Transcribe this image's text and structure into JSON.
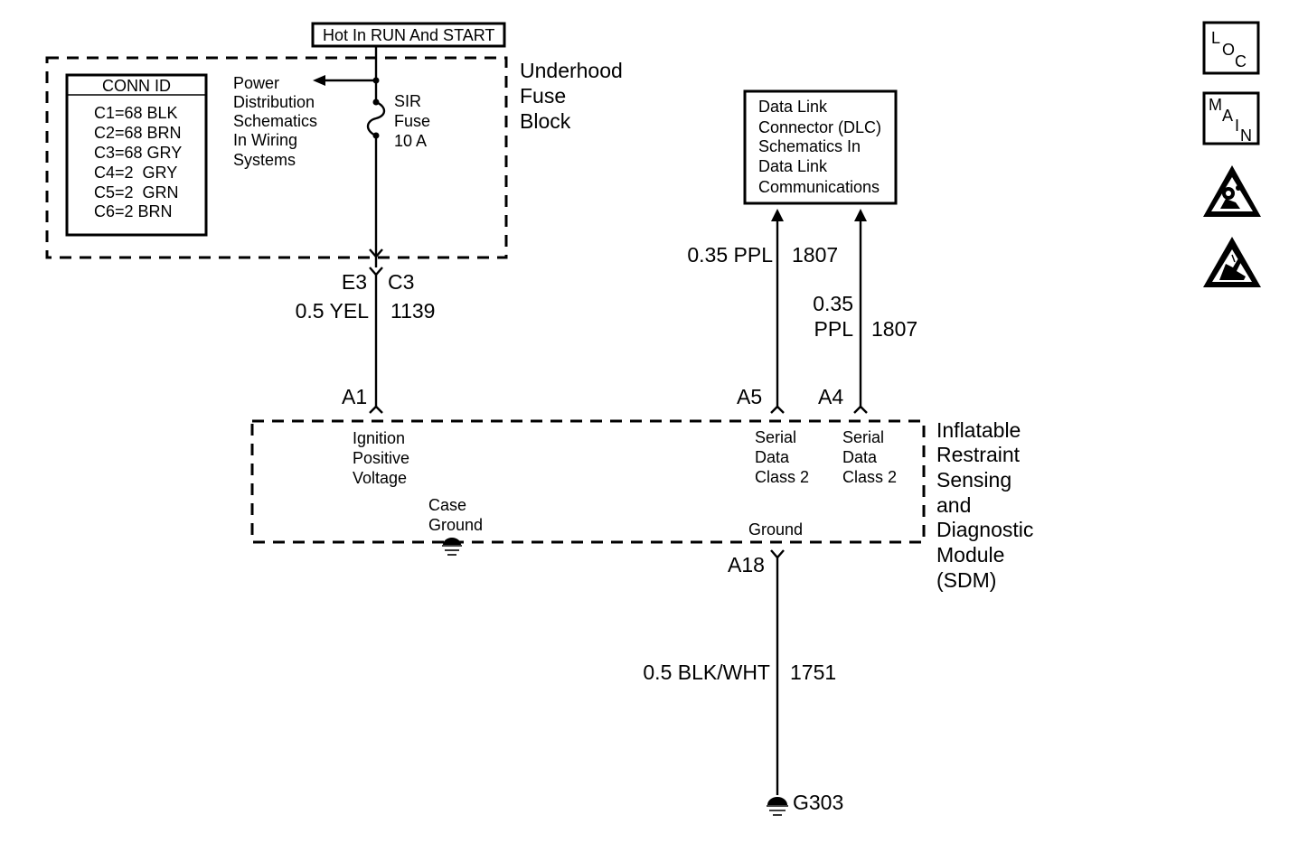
{
  "power_source": {
    "label": "Hot In RUN And START"
  },
  "fuse_block": {
    "title_lines": [
      "Underhood",
      "Fuse",
      "Block"
    ],
    "conn_id": {
      "header": "CONN ID",
      "rows": [
        "C1=68 BLK",
        "C2=68 BRN",
        "C3=68 GRY",
        "C4=2  GRY",
        "C5=2  GRN",
        "C6=2 BRN"
      ]
    },
    "power_dist_ref": [
      "Power",
      "Distribution",
      "Schematics",
      "In Wiring",
      "Systems"
    ],
    "fuse": {
      "lines": [
        "SIR",
        "Fuse",
        "10 A"
      ]
    }
  },
  "connectors": {
    "fuse_out_left": "E3",
    "fuse_out_right": "C3",
    "sdm_a1": "A1",
    "sdm_a5": "A5",
    "sdm_a4": "A4",
    "sdm_a18": "A18"
  },
  "wires": {
    "ignition": {
      "size_color": "0.5 YEL",
      "circuit": "1139"
    },
    "serial_a5": {
      "size_color": "0.35 PPL",
      "circuit": "1807"
    },
    "serial_a4": {
      "size_line1": "0.35",
      "size_line2": "PPL",
      "circuit": "1807"
    },
    "ground": {
      "size_color": "0.5 BLK/WHT",
      "circuit": "1751"
    }
  },
  "dlc_ref": {
    "lines": [
      "Data Link",
      "Connector (DLC)",
      "Schematics In",
      "Data Link",
      "Communications"
    ]
  },
  "sdm": {
    "title_lines": [
      "Inflatable",
      "Restraint",
      "Sensing",
      "and",
      "Diagnostic",
      "Module",
      "(SDM)"
    ],
    "ignition_label": [
      "Ignition",
      "Positive",
      "Voltage"
    ],
    "case_ground": [
      "Case",
      "Ground"
    ],
    "serial_a5_label": [
      "Serial",
      "Data",
      "Class 2"
    ],
    "serial_a4_label": [
      "Serial",
      "Data",
      "Class 2"
    ],
    "ground_label": "Ground"
  },
  "ground_point": {
    "label": "G303"
  },
  "side_icons": [
    {
      "name": "loc-icon",
      "letters": [
        "L",
        "O",
        "C"
      ]
    },
    {
      "name": "main-icon",
      "letters": [
        "M",
        "A",
        "I",
        "N"
      ]
    },
    {
      "name": "airbag-warning-icon"
    },
    {
      "name": "esd-warning-icon"
    }
  ]
}
